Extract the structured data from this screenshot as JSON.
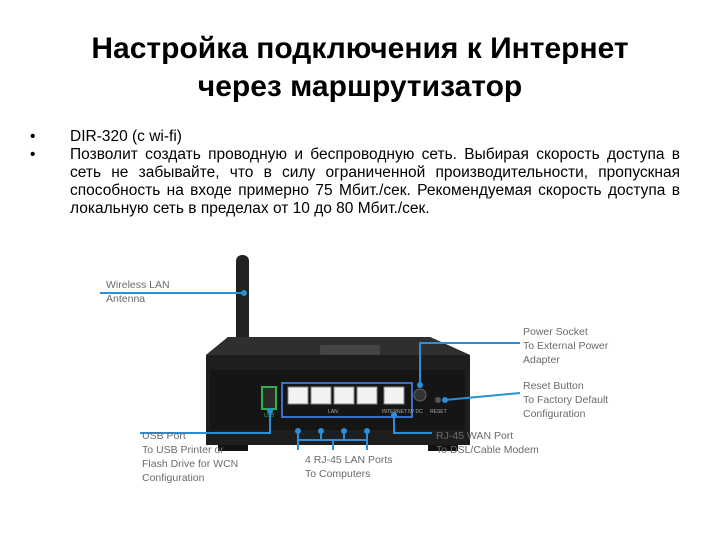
{
  "slide": {
    "title_line1": "Настройка подключения к Интернет",
    "title_line2": "через маршрутизатор",
    "bullet_glyph": "•",
    "bullets": [
      "DIR-320 (с wi-fi)",
      "Позволит создать проводную и беспроводную сеть. Выбирая скорость доступа в сеть не забывайте, что в силу ограниченной производительности, пропускная способность на входе примерно 75 Мбит./сек. Рекомендуемая скорость доступа в локальную сеть в пределах от 10 до 80 Мбит./сек."
    ]
  },
  "diagram": {
    "callouts": {
      "antenna": "Wireless LAN\nAntenna",
      "power": "Power Socket\nTo External Power\nAdapter",
      "reset": "Reset Button\nTo Factory Default\nConfiguration",
      "usb": "USB Port\nTo USB Printer or\nFlash Drive for WCN\nConfiguration",
      "lan": "4 RJ-45 LAN Ports\nTo Computers",
      "wan": "RJ-45 WAN Port\nTo DSL/Cable Modem"
    },
    "panel_labels": {
      "lan": "LAN",
      "wan": "INTERNET",
      "power": "5V DC",
      "reset": "RESET",
      "usb": "USB"
    },
    "colors": {
      "callout_line": "#2a8fd8",
      "router_body": "#1f1f1f",
      "panel_blue": "#3a6fc8"
    }
  }
}
